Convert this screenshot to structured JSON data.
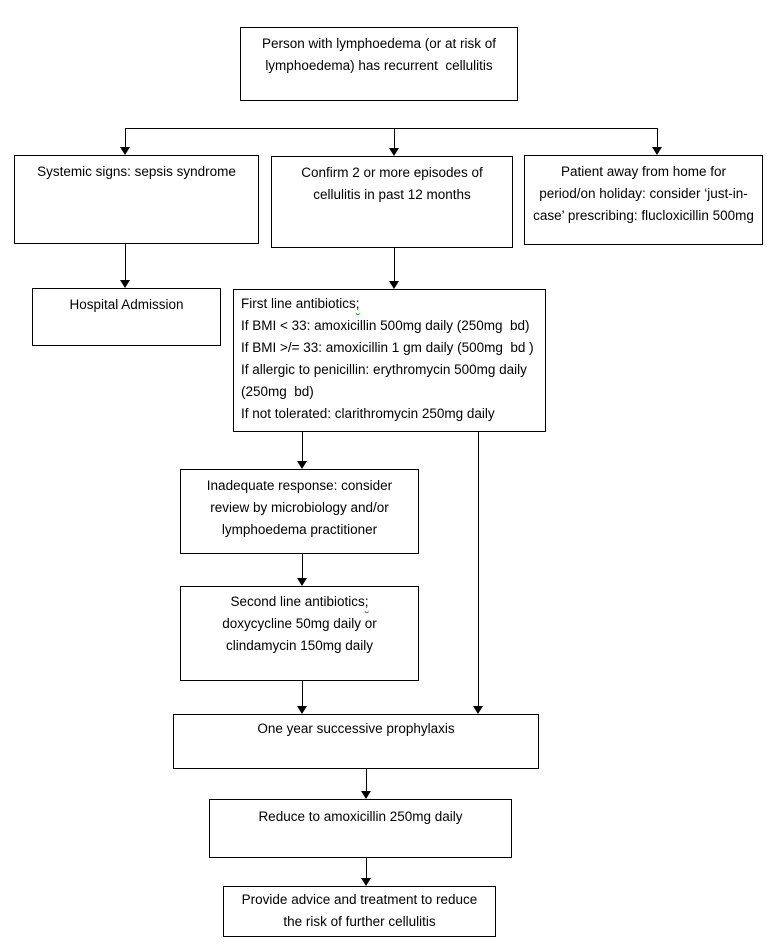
{
  "diagram": {
    "type": "flowchart",
    "colors": {
      "background": "#ffffff",
      "box_border": "#000000",
      "text": "#000000",
      "connector": "#000000",
      "spellcheck_squiggle": "#00a000"
    },
    "nodes": {
      "start": {
        "lines": [
          "Person with lymphoedema (or at risk of",
          "lymphoedema) has recurrent  cellulitis"
        ]
      },
      "systemic": {
        "lines": [
          "Systemic signs: sepsis syndrome"
        ]
      },
      "confirm": {
        "lines": [
          "Confirm 2 or more episodes of",
          "cellulitis in past 12 months"
        ]
      },
      "away": {
        "lines": [
          "Patient away from home for",
          "period/on holiday: consider ‘just-in-",
          "case’ prescribing: flucloxicillin 500mg"
        ]
      },
      "hospital": {
        "lines": [
          "Hospital Admission"
        ]
      },
      "first_line": {
        "title": "First line antibiotics",
        "title_punct": ";",
        "lines": [
          "If BMI < 33: amoxicillin 500mg daily (250mg  bd)",
          "If BMI >/= 33: amoxicillin 1 gm daily (500mg  bd )",
          "If allergic to penicillin: erythromycin 500mg daily",
          "(250mg  bd)",
          "If not tolerated: clarithromycin 250mg daily"
        ]
      },
      "inadequate": {
        "lines": [
          "Inadequate response: consider",
          "review by microbiology and/or",
          "lymphoedema practitioner"
        ]
      },
      "second_line": {
        "title": "Second line antibiotics",
        "title_punct": ";",
        "lines": [
          "doxycycline 50mg daily or",
          "clindamycin 150mg daily"
        ]
      },
      "one_year": {
        "lines": [
          "One year successive prophylaxis"
        ]
      },
      "reduce": {
        "lines": [
          "Reduce to amoxicillin 250mg daily"
        ]
      },
      "provide": {
        "lines": [
          "Provide advice and treatment to reduce",
          "the risk of further cellulitis"
        ]
      }
    }
  }
}
